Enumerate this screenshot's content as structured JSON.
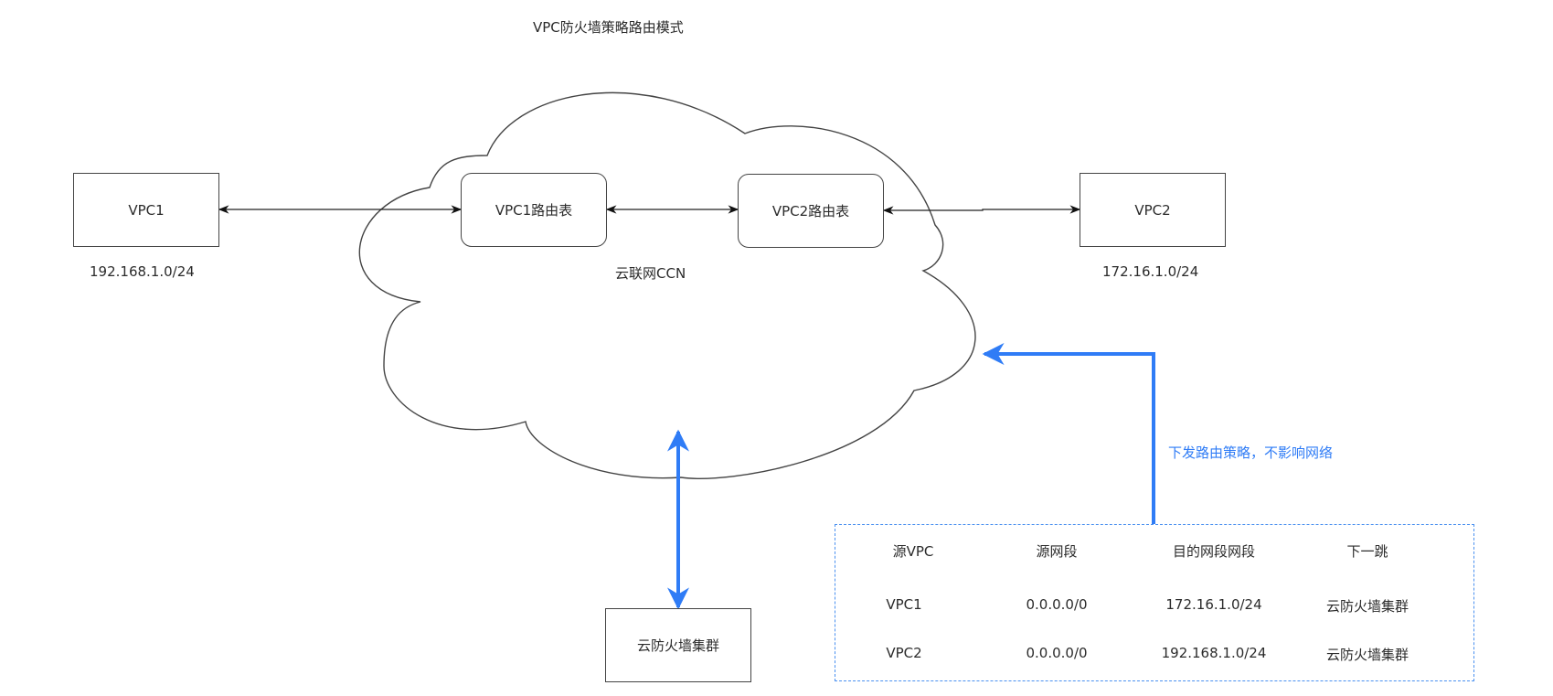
{
  "title": "VPC防火墙策略路由模式",
  "nodes": {
    "vpc1": {
      "label": "VPC1",
      "cidr": "192.168.1.0/24"
    },
    "vpc2": {
      "label": "VPC2",
      "cidr": "172.16.1.0/24"
    },
    "vpc1_route_table": {
      "label": "VPC1路由表"
    },
    "vpc2_route_table": {
      "label": "VPC2路由表"
    },
    "ccn": {
      "label": "云联网CCN"
    },
    "firewall_cluster": {
      "label": "云防火墙集群"
    }
  },
  "annotation": {
    "text": "下发路由策略，不影响网络",
    "color": "#2f7cf6"
  },
  "route_table": {
    "headers": [
      "源VPC",
      "源网段",
      "目的网段网段",
      "下一跳"
    ],
    "rows": [
      [
        "VPC1",
        "0.0.0.0/0",
        "172.16.1.0/24",
        "云防火墙集群"
      ],
      [
        "VPC2",
        "0.0.0.0/0",
        "192.168.1.0/24",
        "云防火墙集群"
      ]
    ]
  },
  "colors": {
    "line": "#222222",
    "accent": "#2f7cf6"
  }
}
